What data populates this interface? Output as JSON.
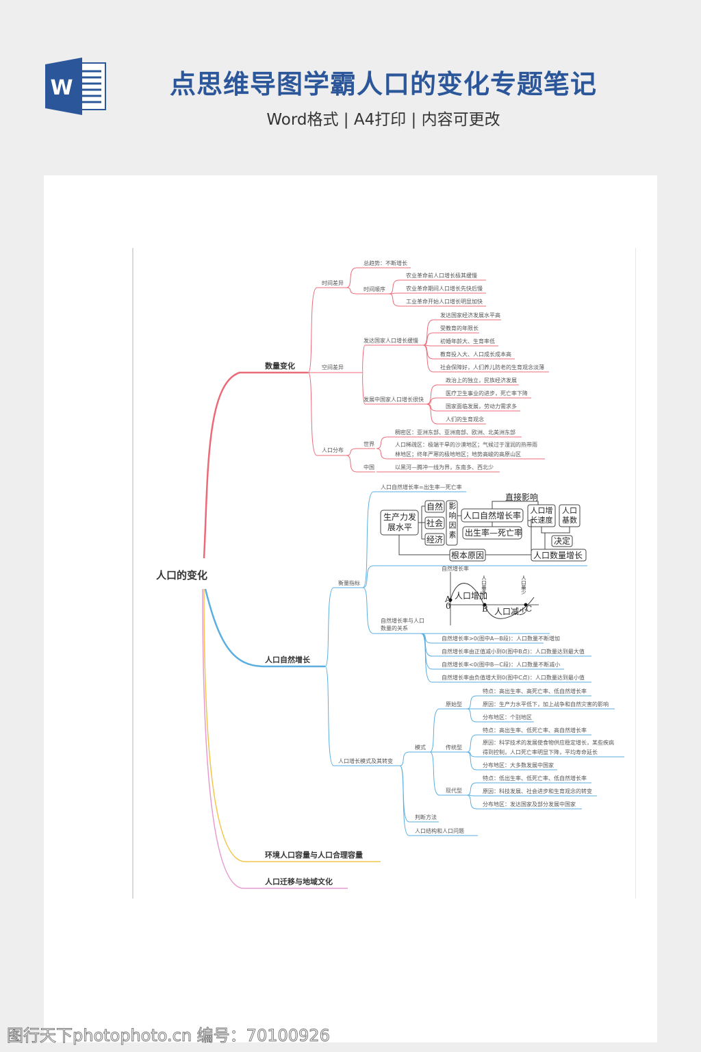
{
  "header": {
    "icon": "word-document-icon",
    "icon_letter": "W",
    "title": "点思维导图学霸人口的变化专题笔记",
    "subtitle": "Word格式 | A4打印 | 内容可更改",
    "title_color": "#2b579a"
  },
  "mindmap": {
    "root": "人口的变化",
    "colors": {
      "red": "#ec6a77",
      "blue": "#5aaee0",
      "yellow": "#f2c54a",
      "pink": "#e79ad0"
    },
    "quantity": {
      "label": "数量变化",
      "time_diff": {
        "label": "时间差异",
        "trend": "总趋势：不断增长",
        "order_label": "时间顺序",
        "order": [
          "农业革命前人口增长极其缓慢",
          "农业革命期间人口增长先快后慢",
          "工业革命开始人口增长明显加快"
        ]
      },
      "space_diff": {
        "label": "空间差异",
        "developed_label": "发达国家人口增长缓慢",
        "developed": [
          "发达国家经济发展水平高",
          "受教育的年限长",
          "初婚年龄大、生育率低",
          "教育投入大、人口成长成本高",
          "社会保障好，人们养儿防老的生育观念淡薄"
        ],
        "developing_label": "发展中国家人口增长很快",
        "developing": [
          "政治上的独立，民族经济发展",
          "医疗卫生事业的进步，死亡率下降",
          "国家面临发展，劳动力需求多",
          "人们的生育观念"
        ]
      },
      "distribution": {
        "label": "人口分布",
        "world_label": "世界",
        "world_dense": "稠密区：亚洲东部、亚洲南部、欧洲、北美洲东部",
        "world_sparse_1": "人口稀疏区：极端干旱的沙漠地区；气候过于湿润的热带雨",
        "world_sparse_2": "林地区；终年严寒的极地地区；地势高峻的高原山区",
        "china_label": "中国",
        "china": "以黑河—腾冲一线为界，东南多、西北少"
      }
    },
    "natural": {
      "label": "人口自然增长",
      "measure_label": "衡量指标",
      "formula": "人口自然增长率=出生率—死亡率",
      "diagram": {
        "productivity": "生产力发展水平",
        "factors": [
          "自然",
          "社会",
          "经济"
        ],
        "factor_group": "影响因素",
        "nat_rate": "人口自然增长率",
        "birth_death": "出生率—死亡率",
        "direct": "直接影响",
        "growth_speed": "人口增长速度",
        "base": "人口基数",
        "decide": "决定",
        "root_cause": "根本原因",
        "pop_growth": "人口数量增长"
      },
      "graph": {
        "ylabel": "自然增长率",
        "increase": "人口增加",
        "decrease": "人口减少",
        "most": "人口最多",
        "least": "人口最少",
        "points": [
          "A",
          "B",
          "C"
        ],
        "zero": "0"
      },
      "relation_label": "自然增长率与人口数量的关系",
      "relation": [
        "自然增长率>0(图中A—B段)：人口数量不断增加",
        "自然增长率由正值减小到0(图中B点)：人口数量达到最大值",
        "自然增长率<0(图中B—C段)：人口数量不断减小",
        "自然增长率由负值增大到0(图中C点)：人口数量达到最小值"
      ],
      "model_label": "人口增长模式及其转变",
      "mode_label": "模式",
      "modes": [
        {
          "name": "原始型",
          "items": [
            "特点：高出生率、高死亡率、低自然增长率",
            "原因：生产力水平低下，加上战争和自然灾害的影响",
            "分布地区：个别地区"
          ]
        },
        {
          "name": "传统型",
          "items": [
            "特点：高出生率、低死亡率、高自然增长率",
            "原因：科学技术的发展使食物供应稳定增长，某些疾病",
            "得到控制，人口死亡率明显下降，平均寿命延长",
            "分布地区：大多数发展中国家"
          ]
        },
        {
          "name": "现代型",
          "items": [
            "特点：低出生率、低死亡率、低自然增长率",
            "原因：科技发展、社会进步和生育观念的转变",
            "分布地区：发达国家及部分发展中国家"
          ]
        }
      ],
      "judge": "判断方法",
      "structure": "人口结构和人口问题"
    },
    "capacity": "环境人口容量与人口合理容量",
    "migration": "人口迁移与地域文化"
  },
  "watermark": "图行天下photophoto.cn 编号：70100926"
}
